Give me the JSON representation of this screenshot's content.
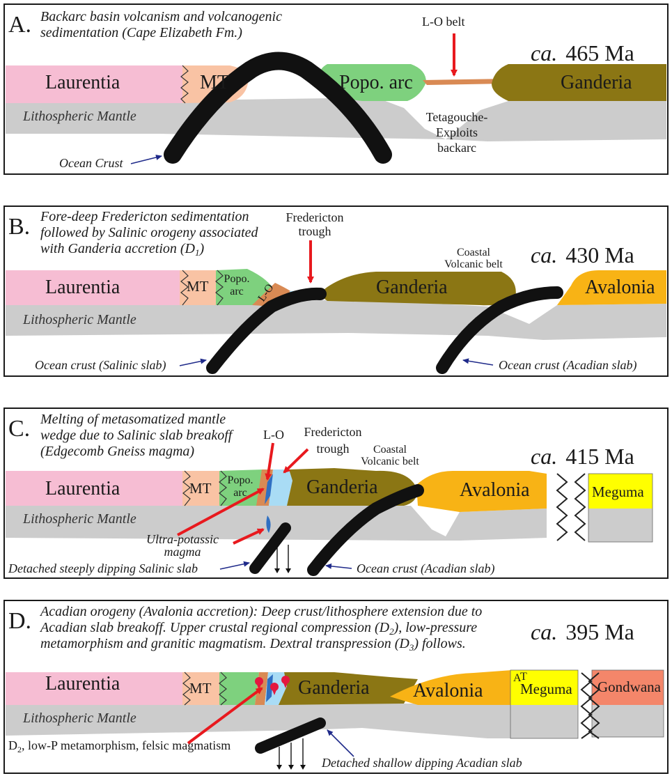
{
  "colors": {
    "laurentia": "#f6bdd3",
    "mt": "#f9c3a4",
    "popo_arc": "#7ed17e",
    "lo_belt": "#d98a54",
    "ganderia": "#8b7614",
    "avalonia": "#f8b315",
    "meguma": "#ffff00",
    "gondwana": "#f4866a",
    "mantle": "#cccccc",
    "trough": "#a9dcf5",
    "magma": "#2f6fc2",
    "granite": "#e4173f",
    "slab": "#111111",
    "red_arrow": "#e8191e",
    "blue_arrow": "#1f2a8a"
  },
  "panels": {
    "a": {
      "letter": "A.",
      "caption_lines": [
        "Backarc basin volcanism and volcanogenic",
        "sedimentation (Cape Elizabeth Fm.)"
      ],
      "age_ca": "ca.",
      "age_value": "465 Ma",
      "laurentia": "Laurentia",
      "mt": "MT",
      "popo_arc": "Popo. arc",
      "ganderia": "Ganderia",
      "mantle": "Lithospheric Mantle",
      "lo_belt": "L-O belt",
      "backarc_lines": [
        "Tetagouche-",
        "Exploits",
        "backarc"
      ],
      "ocean_crust": "Ocean Crust"
    },
    "b": {
      "letter": "B.",
      "caption_line1": "Fore-deep Fredericton sedimentation",
      "caption_line2": "followed by Salinic orogeny associated",
      "caption_line3": "with Ganderia accretion (D",
      "caption_sub": "1",
      "caption_end": ")",
      "age_ca": "ca.",
      "age_value": "430 Ma",
      "trough_lines": [
        "Fredericton",
        "trough"
      ],
      "coastal_lines": [
        "Coastal",
        "Volcanic belt"
      ],
      "laurentia": "Laurentia",
      "mt": "MT",
      "popo_lines": [
        "Popo.",
        "arc"
      ],
      "lo": "L-O",
      "ganderia": "Ganderia",
      "avalonia": "Avalonia",
      "mantle": "Lithospheric Mantle",
      "salinic_slab": "Ocean crust (Salinic slab)",
      "acadian_slab": "Ocean crust (Acadian slab)"
    },
    "c": {
      "letter": "C.",
      "caption_lines": [
        "Melting of metasomatized mantle",
        "wedge due to Salinic slab breakoff",
        "(Edgecomb Gneiss magma)"
      ],
      "age_ca": "ca.",
      "age_value": "415 Ma",
      "lo": "L-O",
      "trough_lines": [
        "Fredericton",
        "trough"
      ],
      "coastal_lines": [
        "Coastal",
        "Volcanic belt"
      ],
      "laurentia": "Laurentia",
      "mt": "MT",
      "popo_lines": [
        "Popo.",
        "arc"
      ],
      "ganderia": "Ganderia",
      "avalonia": "Avalonia",
      "meguma": "Meguma",
      "mantle": "Lithospheric Mantle",
      "magma_lines": [
        "Ultra-potassic",
        "magma"
      ],
      "detached": "Detached steeply dipping Salinic slab",
      "acadian_slab": "Ocean crust (Acadian slab)"
    },
    "d": {
      "letter": "D.",
      "caption1_pre": "Acadian orogeny (Avalonia accretion): Deep crust/lithosphere extension due to",
      "caption2_pre": "Acadian slab breakoff.  Upper crustal regional compression (D",
      "caption2_sub": "2",
      "caption2_post": "), low-pressure",
      "caption3_pre": "metamorphism and granitic magmatism. Dextral transpression (D",
      "caption3_sub": "3",
      "caption3_post": ") follows.",
      "age_ca": "ca.",
      "age_value": "395 Ma",
      "laurentia": "Laurentia",
      "mt": "MT",
      "ganderia": "Ganderia",
      "avalonia": "Avalonia",
      "a_letter": "A",
      "t_letter": "T",
      "meguma": "Meguma",
      "gondwana": "Gondwana",
      "mantle": "Lithospheric Mantle",
      "d2_pre": "D",
      "d2_sub": "2",
      "d2_post": ", low-P metamorphism, felsic magmatism",
      "detached": "Detached shallow dipping Acadian slab"
    }
  }
}
